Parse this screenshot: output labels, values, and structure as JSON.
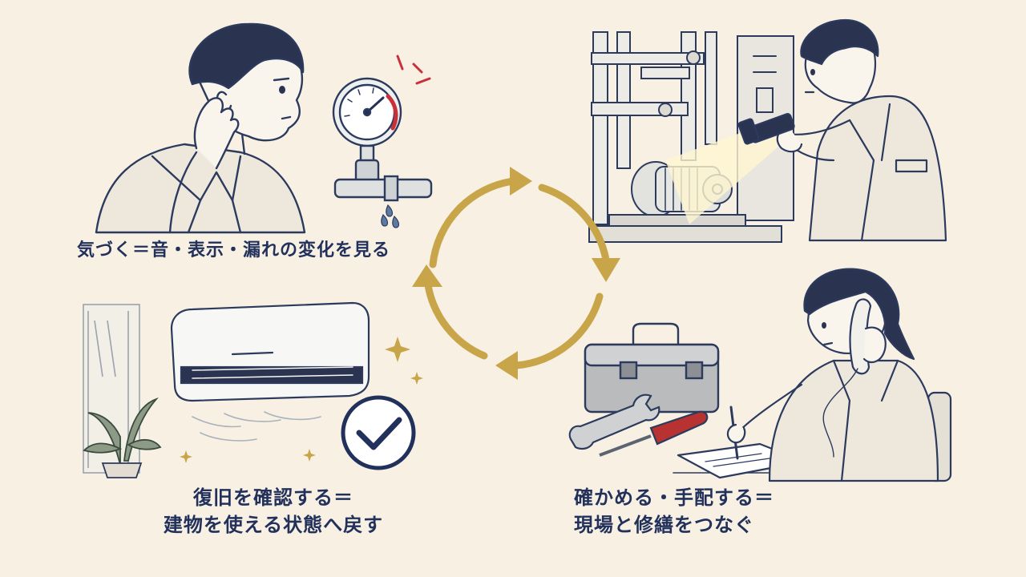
{
  "captions": {
    "notice": "気づく＝音・表示・漏れの変化を見る",
    "restore_line1": "復旧を確認する＝",
    "restore_line2": "建物を使える状態へ戻す",
    "arrange_line1": "確かめる・手配する＝",
    "arrange_line2": "現場と修繕をつなぐ"
  },
  "colors": {
    "background": "#f8f1e3",
    "ink": "#22315c",
    "cycle_arrow": "#c9a54a",
    "alert_red": "#c8313a",
    "sparkle": "#c9a54a"
  },
  "icons": {
    "listening_worker": "ear-listening-person-icon",
    "pressure_gauge": "pressure-gauge-icon",
    "leak_drops": "water-drops-icon",
    "pump_room": "pump-machinery-icon",
    "flashlight": "flashlight-icon",
    "air_conditioner": "air-conditioner-icon",
    "plant": "potted-plant-icon",
    "check": "check-circle-icon",
    "toolbox": "toolbox-icon",
    "wrench": "wrench-icon",
    "screwdriver": "screwdriver-icon",
    "phone_worker": "phone-call-person-icon",
    "cycle": "cycle-arrows-icon"
  }
}
